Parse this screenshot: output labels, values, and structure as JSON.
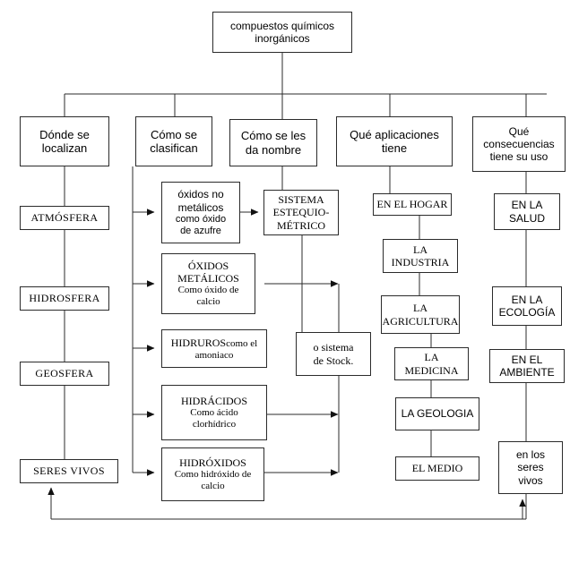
{
  "diagram": {
    "title": "compuestos químicos inorgánicos",
    "type": "concept-map",
    "language": "es"
  },
  "root": {
    "label": "compuestos químicos\ninorgánicos"
  },
  "branches": [
    {
      "id": "localizan",
      "label": "Dónde    se\nlocalizan"
    },
    {
      "id": "clasifican",
      "label": "Cómo    se\nclasifican"
    },
    {
      "id": "nombre",
      "label": "Cómo se les\nda nombre"
    },
    {
      "id": "aplicaciones",
      "label": "Qué aplicaciones\ntiene"
    },
    {
      "id": "consecuencias",
      "label": "Qué\nconsecuencias\ntiene su uso"
    }
  ],
  "localizacion": [
    {
      "label": "ATMÓSFERA"
    },
    {
      "label": "HIDROSFERA"
    },
    {
      "label": "GEOSFERA"
    },
    {
      "label": "SERES VIVOS"
    }
  ],
  "clasificacion": [
    {
      "head": "óxidos no\nmetálicos",
      "sub": "como óxido\nde azufre"
    },
    {
      "head": "ÓXIDOS\nMETÁLICOS",
      "sub": "Como óxido de\ncalcio"
    },
    {
      "head": "HIDRUROS",
      "sub": "como el\namoniaco",
      "inline": true
    },
    {
      "head": "HIDRÁCIDOS",
      "sub": "Como ácido\nclorhídrico"
    },
    {
      "head": "HIDRÓXIDOS",
      "sub": "Como hidróxido de\ncalcio"
    }
  ],
  "nomenclatura": [
    {
      "label": "SISTEMA\nESTEQUIO-\nMÉTRICO"
    },
    {
      "label": "o sistema\nde Stock."
    }
  ],
  "aplicaciones": [
    {
      "label": "EN EL HOGAR"
    },
    {
      "label": "LA\nINDUSTRIA"
    },
    {
      "label": "LA\nAGRICULTURA"
    },
    {
      "label": "LA\nMEDICINA"
    },
    {
      "label": "LA GEOLOGIA"
    },
    {
      "label": "EL MEDIO"
    }
  ],
  "consecuencias": [
    {
      "label": "EN LA\nSALUD"
    },
    {
      "label": "EN LA\nECOLOGÍA"
    },
    {
      "label": "EN EL\nAMBIENTE"
    },
    {
      "label": "en los\nseres\nvivos"
    }
  ],
  "colors": {
    "line": "#2b2b2b",
    "text": "#000000",
    "background": "#ffffff"
  }
}
